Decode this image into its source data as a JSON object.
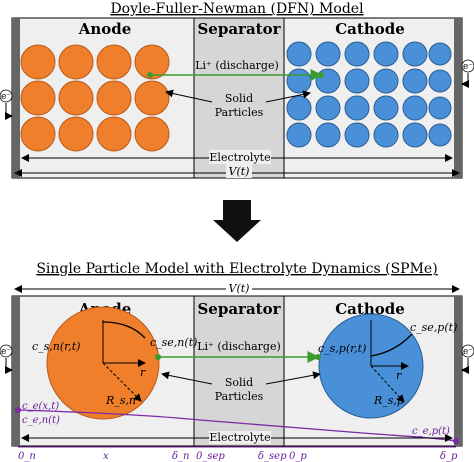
{
  "dfn": {
    "title": "Doyle-Fuller-Newman (DFN) Model",
    "anode": "Anode",
    "separator": "Separator",
    "cathode": "Cathode",
    "li_label": "Li⁺ (discharge)",
    "particles_label_1": "Solid",
    "particles_label_2": "Particles",
    "electrolyte": "Electrolyte",
    "voltage": "V(t)",
    "electron": "e⁻"
  },
  "spme": {
    "title": "Single Particle Model with Electrolyte Dynamics (SPMe)",
    "anode": "Anode",
    "separator": "Separator",
    "cathode": "Cathode",
    "li_label": "Li⁺ (discharge)",
    "particles_label_1": "Solid",
    "particles_label_2": "Particles",
    "electrolyte": "Electrolyte",
    "voltage": "V(t)",
    "electron": "e⁻",
    "cs_n": "c_s,n(r,t)",
    "cse_n": "c_se,n(t)",
    "cs_p": "c_s,p(r,t)",
    "cse_p": "c_se,p(t)",
    "r_n": "r",
    "r_p": "r",
    "Rs_n": "R_s,n",
    "Rs_p": "R_s,p",
    "ce": "c_e(x,t)",
    "ce_n": "c_e,n(t)",
    "ce_p": "c_e,p(t)",
    "x_axis": "x",
    "ticks": [
      "0_n",
      "δ_n",
      "0_sep",
      "δ_sep",
      "0_p",
      "δ_p"
    ]
  },
  "colors": {
    "anode_fill": "#f07f2c",
    "cathode_fill": "#4a90d9",
    "separator_fill": "#d6d6d6",
    "region_bg": "#efefef",
    "green": "#3a9b2e",
    "purple": "#7b2aa3"
  }
}
